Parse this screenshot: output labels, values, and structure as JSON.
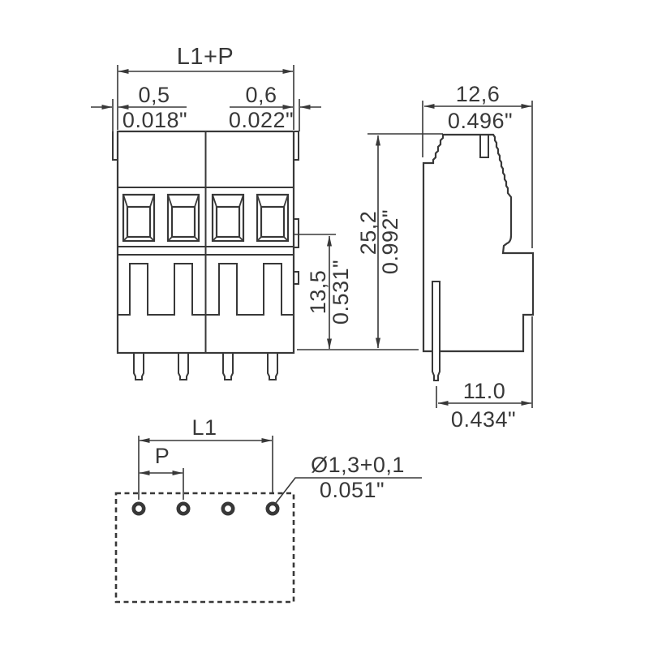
{
  "drawing_type": "terminal-block-dimension-drawing",
  "colors": {
    "line": "#383838",
    "background": "#ffffff"
  },
  "front_view": {
    "dim_total_width": "L1+P",
    "dim_wall_left_mm": "0,5",
    "dim_wall_left_in": "0.018\"",
    "dim_wall_right_mm": "0,6",
    "dim_wall_right_in": "0.022\"",
    "dim_clamp_height_mm": "13,5",
    "dim_clamp_height_in": "0.531\""
  },
  "side_view": {
    "dim_width_mm": "12,6",
    "dim_width_in": "0.496\"",
    "dim_height_mm": "25,2",
    "dim_height_in": "0.992\"",
    "dim_pin_offset_mm": "11.0",
    "dim_pin_offset_in": "0.434\""
  },
  "bottom_view": {
    "dim_l1": "L1",
    "dim_pitch": "P",
    "dim_hole_mm": "Ø1,3+0,1",
    "dim_hole_in": "0.051\""
  }
}
